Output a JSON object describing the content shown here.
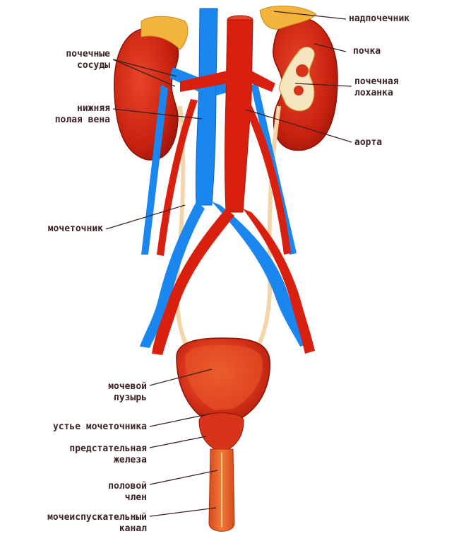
{
  "labels": {
    "adrenal": "надпочечник",
    "kidney": "почка",
    "pelvis_line1": "почечная",
    "pelvis_line2": "лоханка",
    "aorta": "аорта",
    "renal_vessels_line1": "почечные",
    "renal_vessels_line2": "сосуды",
    "ivc_line1": "нижняя",
    "ivc_line2": "полая вена",
    "ureter": "мочеточник",
    "bladder_line1": "мочевой",
    "bladder_line2": "пузырь",
    "ureter_orifice": "устье мочеточника",
    "prostate_line1": "предстательная",
    "prostate_line2": "железа",
    "penis_line1": "половой",
    "penis_line2": "член",
    "urethra_line1": "мочеиспускательный",
    "urethra_line2": "канал"
  },
  "colors": {
    "artery": "#d9200f",
    "artery_dark": "#a8140a",
    "vein": "#1a86f0",
    "vein_dark": "#0c5fc0",
    "kidney": "#cf2a14",
    "adrenal": "#f2b43a",
    "ureter": "#f3d6a8",
    "label_text": "#3a2222",
    "leader_line": "#3a2222"
  }
}
